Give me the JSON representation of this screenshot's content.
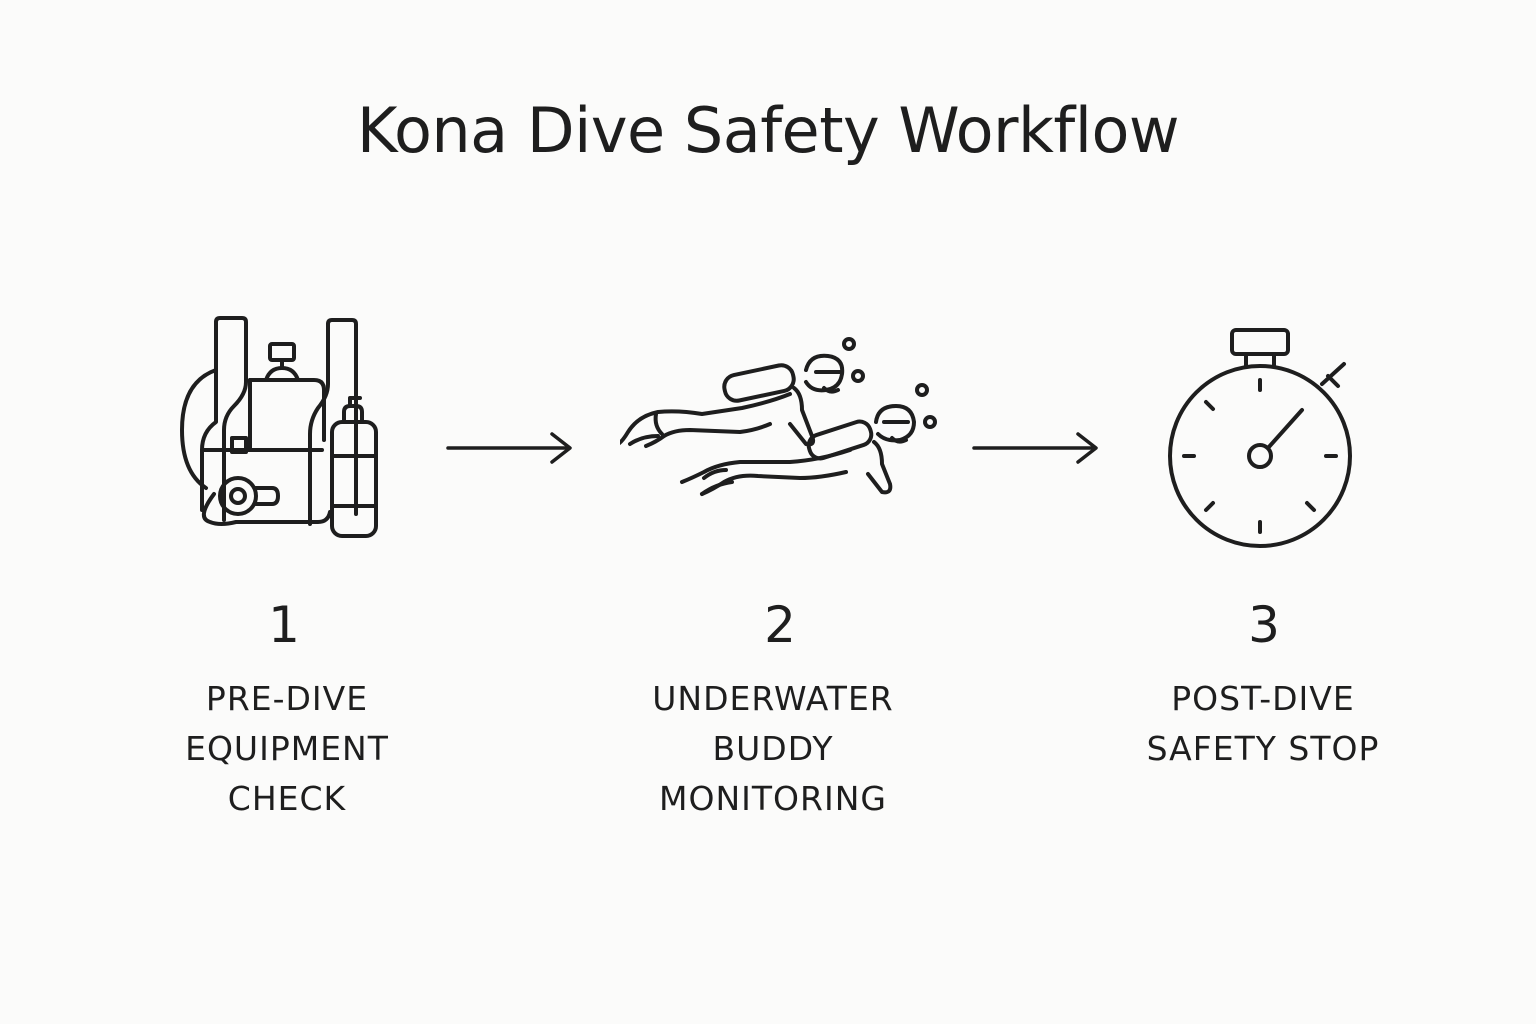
{
  "title": "Kona Dive Safety Workflow",
  "colors": {
    "stroke": "#1e1e1e",
    "background": "#fbfbfa"
  },
  "steps": [
    {
      "number": "1",
      "label": "PRE-DIVE\nEQUIPMENT\nCHECK",
      "icon": "scuba-equipment-icon"
    },
    {
      "number": "2",
      "label": "UNDERWATER\nBUDDY\nMONITORING",
      "icon": "divers-icon"
    },
    {
      "number": "3",
      "label": "POST-DIVE\nSAFETY STOP",
      "icon": "stopwatch-icon"
    }
  ],
  "connectors": [
    "arrow-right-icon",
    "arrow-right-icon"
  ]
}
